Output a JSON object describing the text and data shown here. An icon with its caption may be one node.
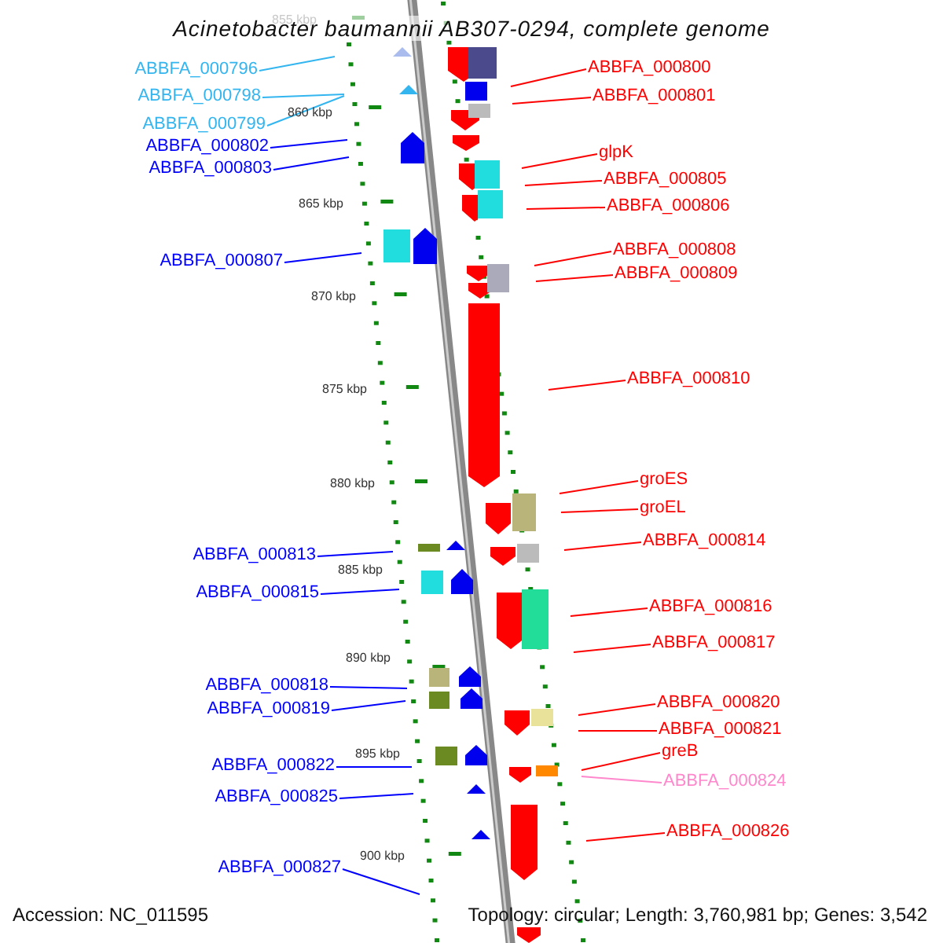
{
  "diagram": {
    "title": "Acinetobacter baumannii AB307-0294, complete genome",
    "nodes": [
      {
        "text": [
          "ABBFA_000796"
        ]
      },
      {
        "text": [
          "ABBFA_000798"
        ]
      },
      {
        "text": [
          "ABBFA_000799"
        ]
      },
      {
        "text": [
          "ABBFA_000802"
        ]
      },
      {
        "text": [
          "ABBFA_000803"
        ]
      },
      {
        "text": [
          "ABBFA_000807"
        ]
      },
      {
        "text": [
          "ABBFA_000813"
        ]
      },
      {
        "text": [
          "ABBFA_000815"
        ]
      },
      {
        "text": [
          "ABBFA_000818"
        ]
      },
      {
        "text": [
          "ABBFA_000819"
        ]
      },
      {
        "text": [
          "ABBFA_000822"
        ]
      },
      {
        "text": [
          "ABBFA_000825"
        ]
      },
      {
        "text": [
          "ABBFA_000827"
        ]
      },
      {
        "text": [
          "ABBFA_000800"
        ]
      },
      {
        "text": [
          "ABBFA_000801"
        ]
      },
      {
        "text": [
          "glpK"
        ]
      },
      {
        "text": [
          "ABBFA_000805"
        ]
      },
      {
        "text": [
          "ABBFA_000806"
        ]
      },
      {
        "text": [
          "ABBFA_000808"
        ]
      },
      {
        "text": [
          "ABBFA_000809"
        ]
      },
      {
        "text": [
          "ABBFA_000810"
        ]
      },
      {
        "text": [
          "groES"
        ]
      },
      {
        "text": [
          "groEL"
        ]
      },
      {
        "text": [
          "ABBFA_000814"
        ]
      },
      {
        "text": [
          "ABBFA_000816"
        ]
      },
      {
        "text": [
          "ABBFA_000817"
        ]
      },
      {
        "text": [
          "ABBFA_000820"
        ]
      },
      {
        "text": [
          "ABBFA_000821"
        ]
      },
      {
        "text": [
          "greB"
        ]
      },
      {
        "text": [
          "ABBFA_000824"
        ]
      },
      {
        "text": [
          "ABBFA_000826"
        ]
      }
    ],
    "edges": [
      {
        "from": 0,
        "to": null,
        "arrow": "none",
        "color": "#33b5f0"
      },
      {
        "from": 1,
        "to": null,
        "arrow": "none",
        "color": "#33b5f0"
      },
      {
        "from": 2,
        "to": null,
        "arrow": "none",
        "color": "#33b5f0"
      },
      {
        "from": 3,
        "to": null,
        "arrow": "none",
        "color": "#0000ff"
      },
      {
        "from": 4,
        "to": null,
        "arrow": "none",
        "color": "#0000ff"
      },
      {
        "from": 5,
        "to": null,
        "arrow": "none",
        "color": "#0000ff"
      },
      {
        "from": 6,
        "to": null,
        "arrow": "none",
        "color": "#0000ff"
      },
      {
        "from": 7,
        "to": null,
        "arrow": "none",
        "color": "#0000ff"
      },
      {
        "from": 8,
        "to": null,
        "arrow": "none",
        "color": "#0000ff"
      },
      {
        "from": 9,
        "to": null,
        "arrow": "none",
        "color": "#0000ff"
      },
      {
        "from": 10,
        "to": null,
        "arrow": "none",
        "color": "#0000ff"
      },
      {
        "from": 11,
        "to": null,
        "arrow": "none",
        "color": "#0000ff"
      },
      {
        "from": 12,
        "to": null,
        "arrow": "none",
        "color": "#0000ff"
      },
      {
        "from": 13,
        "to": null,
        "arrow": "none"
      },
      {
        "from": 14,
        "to": null,
        "arrow": "none"
      },
      {
        "from": 15,
        "to": null,
        "arrow": "none"
      },
      {
        "from": 16,
        "to": null,
        "arrow": "none"
      },
      {
        "from": 17,
        "to": null,
        "arrow": "none"
      },
      {
        "from": 18,
        "to": null,
        "arrow": "none"
      },
      {
        "from": 19,
        "to": null,
        "arrow": "none"
      },
      {
        "from": 20,
        "to": null,
        "arrow": "none"
      },
      {
        "from": 21,
        "to": null,
        "arrow": "none"
      },
      {
        "from": 22,
        "to": null,
        "arrow": "none"
      },
      {
        "from": 23,
        "to": null,
        "arrow": "none"
      },
      {
        "from": 24,
        "to": null,
        "arrow": "none"
      },
      {
        "from": 25,
        "to": null,
        "arrow": "none"
      },
      {
        "from": 26,
        "to": null,
        "arrow": "none"
      },
      {
        "from": 27,
        "to": null,
        "arrow": "none"
      },
      {
        "from": 28,
        "to": null,
        "arrow": "none"
      },
      {
        "from": 29,
        "to": null,
        "arrow": "none",
        "color": "#ff88cc"
      },
      {
        "from": 30,
        "to": null,
        "arrow": "none"
      }
    ],
    "labels": [
      "855 kbp",
      "860 kbp",
      "865 kbp",
      "870 kbp",
      "875 kbp",
      "880 kbp",
      "885 kbp",
      "890 kbp",
      "895 kbp",
      "900 kbp",
      "Accession: NC_011595",
      "Topology: circular; Length: 3,760,981 bp; Genes: 3,542"
    ]
  }
}
